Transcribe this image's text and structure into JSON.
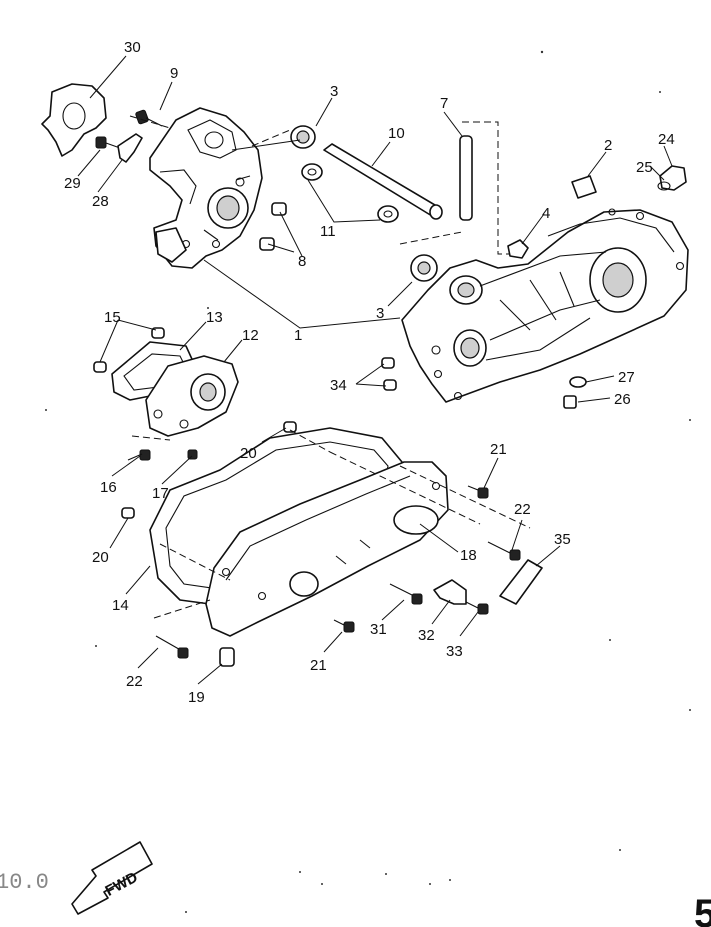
{
  "callouts": [
    {
      "id": "c30",
      "text": "30"
    },
    {
      "id": "c9",
      "text": "9"
    },
    {
      "id": "c3a",
      "text": "3"
    },
    {
      "id": "c7",
      "text": "7"
    },
    {
      "id": "c10",
      "text": "10"
    },
    {
      "id": "c2",
      "text": "2"
    },
    {
      "id": "c24",
      "text": "24"
    },
    {
      "id": "c25",
      "text": "25"
    },
    {
      "id": "c29",
      "text": "29"
    },
    {
      "id": "c28",
      "text": "28"
    },
    {
      "id": "c11",
      "text": "11"
    },
    {
      "id": "c4",
      "text": "4"
    },
    {
      "id": "c8",
      "text": "8"
    },
    {
      "id": "c3b",
      "text": "3"
    },
    {
      "id": "c1",
      "text": "1"
    },
    {
      "id": "c15",
      "text": "15"
    },
    {
      "id": "c13",
      "text": "13"
    },
    {
      "id": "c12",
      "text": "12"
    },
    {
      "id": "c34",
      "text": "34"
    },
    {
      "id": "c27",
      "text": "27"
    },
    {
      "id": "c26",
      "text": "26"
    },
    {
      "id": "c20a",
      "text": "20"
    },
    {
      "id": "c21a",
      "text": "21"
    },
    {
      "id": "c16",
      "text": "16"
    },
    {
      "id": "c17",
      "text": "17"
    },
    {
      "id": "c22a",
      "text": "22"
    },
    {
      "id": "c35",
      "text": "35"
    },
    {
      "id": "c20b",
      "text": "20"
    },
    {
      "id": "c18",
      "text": "18"
    },
    {
      "id": "c14",
      "text": "14"
    },
    {
      "id": "c31",
      "text": "31"
    },
    {
      "id": "c32",
      "text": "32"
    },
    {
      "id": "c33",
      "text": "33"
    },
    {
      "id": "c21b",
      "text": "21"
    },
    {
      "id": "c22b",
      "text": "22"
    },
    {
      "id": "c19",
      "text": "19"
    }
  ],
  "direction_label": "FWD",
  "footer_code": "10.0",
  "page_marker": "5"
}
